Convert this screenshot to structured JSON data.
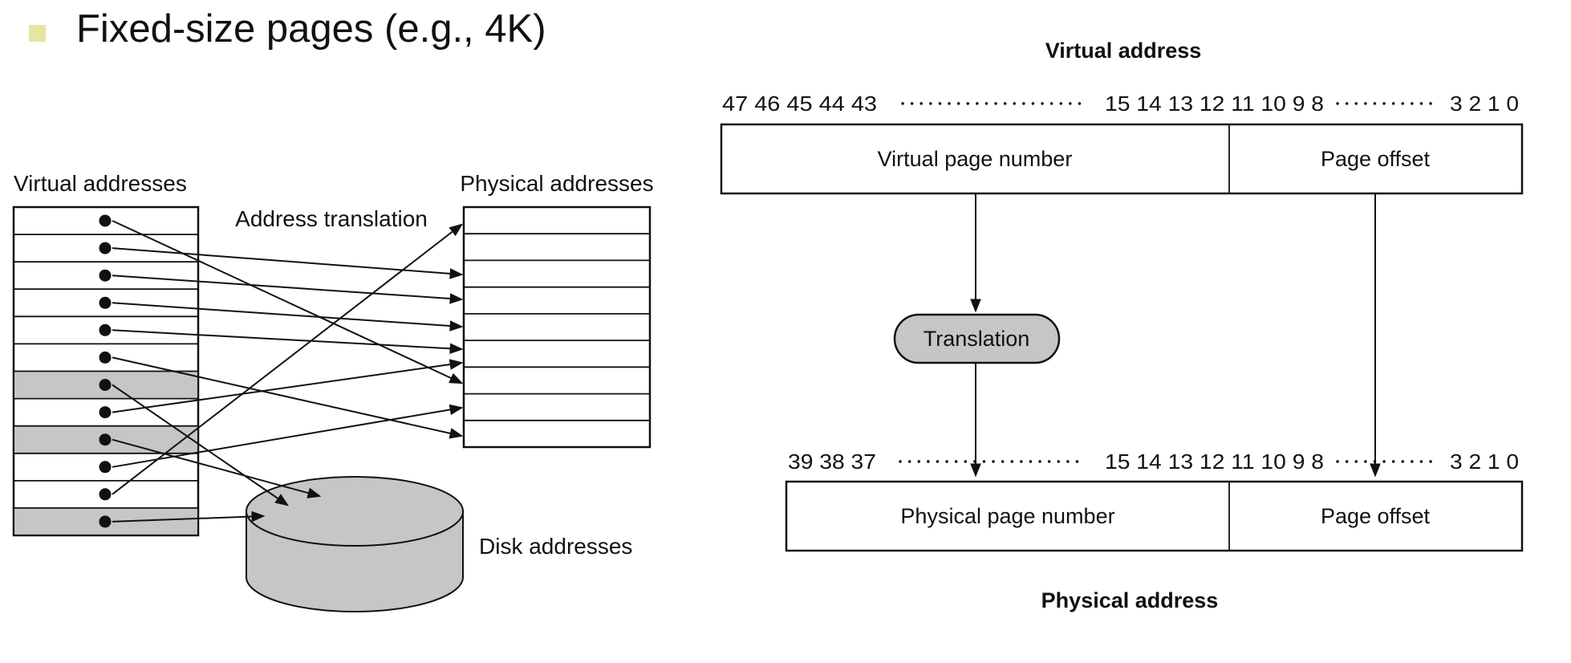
{
  "slide": {
    "title": "Fixed-size pages (e.g., 4K)",
    "bullet_color": "#e8e5a3"
  },
  "left_diagram": {
    "virtual_label": "Virtual addresses",
    "physical_label": "Physical addresses",
    "translation_label": "Address translation",
    "disk_label": "Disk addresses",
    "virtual_row_count": 12,
    "physical_row_count": 9,
    "shaded_virtual_rows": [
      7,
      9,
      12
    ],
    "mappings": [
      {
        "from": "virtual-row-1",
        "to": "physical-row-7"
      },
      {
        "from": "virtual-row-2",
        "to": "physical-row-3"
      },
      {
        "from": "virtual-row-3",
        "to": "physical-row-4"
      },
      {
        "from": "virtual-row-4",
        "to": "physical-row-5"
      },
      {
        "from": "virtual-row-5",
        "to": "physical-row-6"
      },
      {
        "from": "virtual-row-6",
        "to": "physical-row-9"
      },
      {
        "from": "virtual-row-7",
        "to": "disk"
      },
      {
        "from": "virtual-row-8",
        "to": "physical-row-6"
      },
      {
        "from": "virtual-row-9",
        "to": "disk"
      },
      {
        "from": "virtual-row-10",
        "to": "physical-row-8"
      },
      {
        "from": "virtual-row-11",
        "to": "physical-row-1"
      },
      {
        "from": "virtual-row-12",
        "to": "disk"
      }
    ],
    "colors": {
      "shade_gray": "#c6c6c6",
      "line": "#111111"
    }
  },
  "right_diagram": {
    "virtual_address_title": "Virtual address",
    "physical_address_title": "Physical address",
    "va_bits_high": "47 46 45 44 43",
    "pa_bits_high": "39 38 37",
    "bits_mid": "15 14 13 12 11 10 9 8",
    "bits_low": "3 2 1 0",
    "vpn_label": "Virtual page number",
    "ppn_label": "Physical page number",
    "page_offset_label": "Page offset",
    "translation_label": "Translation",
    "colors": {
      "translation_fill": "#c6c6c6"
    }
  }
}
